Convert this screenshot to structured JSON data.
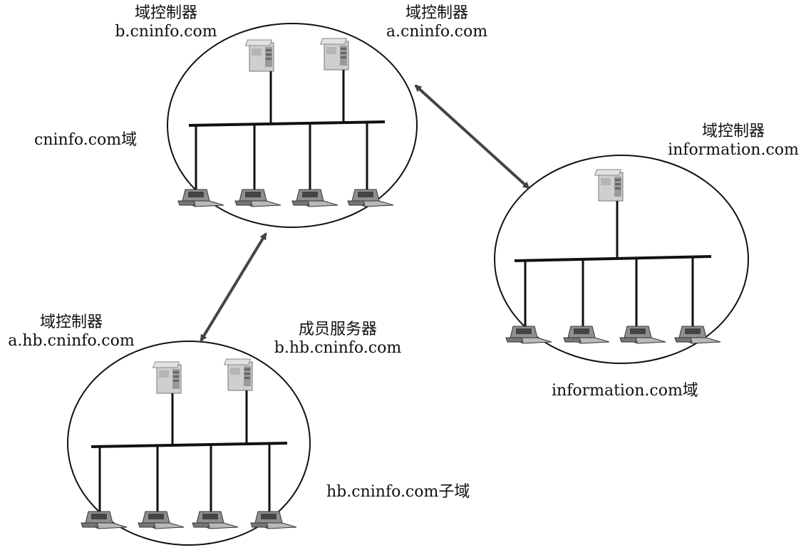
{
  "domains": {
    "cninfo": {
      "label": "cninfo.com域",
      "controllers": [
        {
          "role": "域控制器",
          "host": "b.cninfo.com"
        },
        {
          "role": "域控制器",
          "host": "a.cninfo.com"
        }
      ]
    },
    "information": {
      "label": "information.com域",
      "controller": {
        "role": "域控制器",
        "host": "information.com"
      }
    },
    "hb": {
      "label": "hb.cninfo.com子域",
      "controller": {
        "role": "域控制器",
        "host": "a.hb.cninfo.com"
      },
      "member": {
        "role": "成员服务器",
        "host": "b.hb.cninfo.com"
      }
    }
  },
  "colors": {
    "line": "#111111",
    "server_body": "#c8c8c8",
    "server_face": "#9a9a9a",
    "arrow": "#444444"
  },
  "icons": [
    "server-icon",
    "workstation-icon",
    "double-arrow-icon"
  ]
}
